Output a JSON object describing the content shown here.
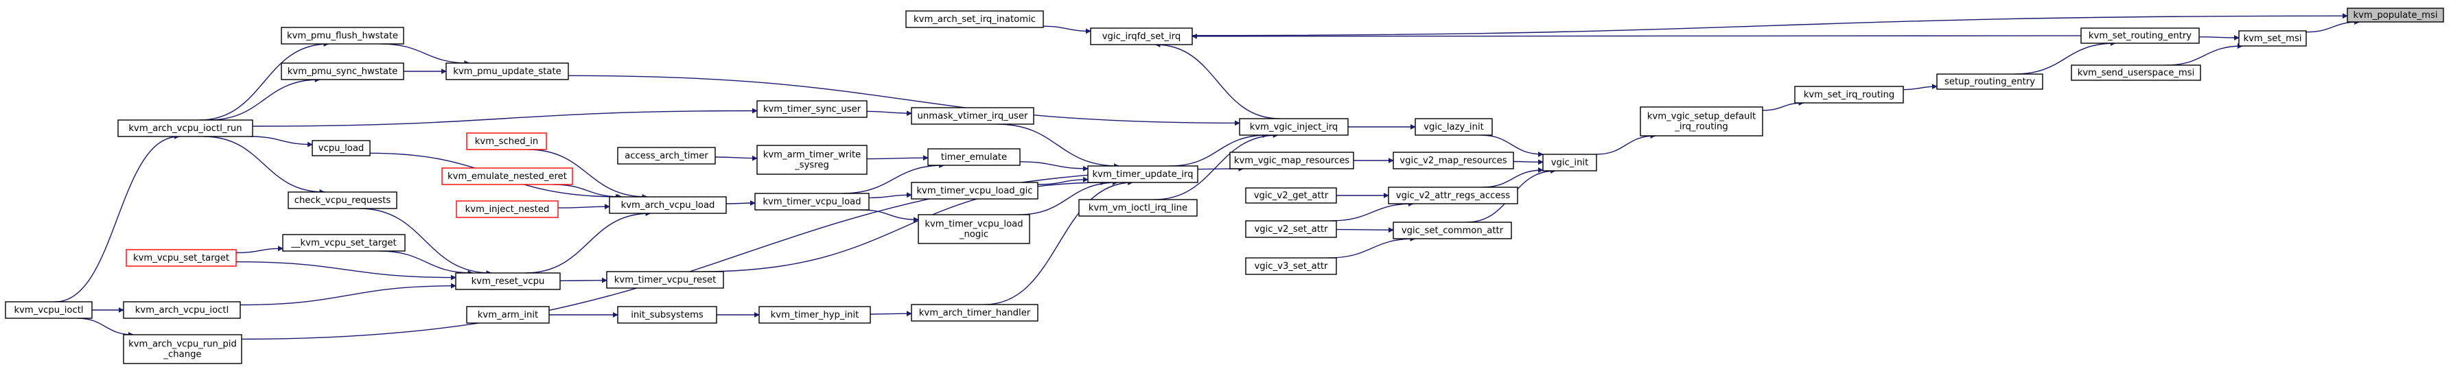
{
  "graph": {
    "title": "kvm_populate_msi",
    "colors": {
      "edge": "#191970",
      "node_border": "#000000",
      "truncated_border": "#ff0000",
      "root_fill": "#bfbfbf",
      "node_fill": "#ffffff"
    },
    "nodes": [
      {
        "id": "kvm_populate_msi",
        "lines": [
          "kvm_populate_msi"
        ],
        "style": "root"
      },
      {
        "id": "kvm_set_msi",
        "lines": [
          "kvm_set_msi"
        ],
        "style": "normal"
      },
      {
        "id": "kvm_set_routing_entry",
        "lines": [
          "kvm_set_routing_entry"
        ],
        "style": "normal"
      },
      {
        "id": "kvm_send_userspace_msi",
        "lines": [
          "kvm_send_userspace_msi"
        ],
        "style": "normal"
      },
      {
        "id": "setup_routing_entry",
        "lines": [
          "setup_routing_entry"
        ],
        "style": "normal"
      },
      {
        "id": "kvm_set_irq_routing",
        "lines": [
          "kvm_set_irq_routing"
        ],
        "style": "normal"
      },
      {
        "id": "kvm_vgic_setup_default_irq_routing",
        "lines": [
          "kvm_vgic_setup_default",
          "_irq_routing"
        ],
        "style": "normal"
      },
      {
        "id": "vgic_init",
        "lines": [
          "vgic_init"
        ],
        "style": "normal"
      },
      {
        "id": "vgic_lazy_init",
        "lines": [
          "vgic_lazy_init"
        ],
        "style": "normal"
      },
      {
        "id": "vgic_v2_map_resources",
        "lines": [
          "vgic_v2_map_resources"
        ],
        "style": "normal"
      },
      {
        "id": "vgic_v2_attr_regs_access",
        "lines": [
          "vgic_v2_attr_regs_access"
        ],
        "style": "normal"
      },
      {
        "id": "vgic_set_common_attr",
        "lines": [
          "vgic_set_common_attr"
        ],
        "style": "normal"
      },
      {
        "id": "vgic_v2_get_attr",
        "lines": [
          "vgic_v2_get_attr"
        ],
        "style": "normal"
      },
      {
        "id": "vgic_v2_set_attr",
        "lines": [
          "vgic_v2_set_attr"
        ],
        "style": "normal"
      },
      {
        "id": "vgic_v3_set_attr",
        "lines": [
          "vgic_v3_set_attr"
        ],
        "style": "normal"
      },
      {
        "id": "kvm_vgic_inject_irq",
        "lines": [
          "kvm_vgic_inject_irq"
        ],
        "style": "normal"
      },
      {
        "id": "kvm_vgic_map_resources",
        "lines": [
          "kvm_vgic_map_resources"
        ],
        "style": "normal"
      },
      {
        "id": "vgic_irqfd_set_irq",
        "lines": [
          "vgic_irqfd_set_irq"
        ],
        "style": "normal"
      },
      {
        "id": "kvm_arch_set_irq_inatomic",
        "lines": [
          "kvm_arch_set_irq_inatomic"
        ],
        "style": "normal"
      },
      {
        "id": "kvm_timer_update_irq",
        "lines": [
          "kvm_timer_update_irq"
        ],
        "style": "normal"
      },
      {
        "id": "kvm_vm_ioctl_irq_line",
        "lines": [
          "kvm_vm_ioctl_irq_line"
        ],
        "style": "normal"
      },
      {
        "id": "kvm_pmu_update_state",
        "lines": [
          "kvm_pmu_update_state"
        ],
        "style": "normal"
      },
      {
        "id": "kvm_pmu_flush_hwstate",
        "lines": [
          "kvm_pmu_flush_hwstate"
        ],
        "style": "normal"
      },
      {
        "id": "kvm_pmu_sync_hwstate",
        "lines": [
          "kvm_pmu_sync_hwstate"
        ],
        "style": "normal"
      },
      {
        "id": "kvm_arch_vcpu_ioctl_run",
        "lines": [
          "kvm_arch_vcpu_ioctl_run"
        ],
        "style": "normal"
      },
      {
        "id": "kvm_timer_sync_user",
        "lines": [
          "kvm_timer_sync_user"
        ],
        "style": "normal"
      },
      {
        "id": "unmask_vtimer_irq_user",
        "lines": [
          "unmask_vtimer_irq_user"
        ],
        "style": "normal"
      },
      {
        "id": "timer_emulate",
        "lines": [
          "timer_emulate"
        ],
        "style": "normal"
      },
      {
        "id": "kvm_timer_vcpu_load_gic",
        "lines": [
          "kvm_timer_vcpu_load_gic"
        ],
        "style": "normal"
      },
      {
        "id": "kvm_timer_vcpu_load_nogic",
        "lines": [
          "kvm_timer_vcpu_load",
          "_nogic"
        ],
        "style": "normal"
      },
      {
        "id": "kvm_timer_vcpu_load",
        "lines": [
          "kvm_timer_vcpu_load"
        ],
        "style": "normal"
      },
      {
        "id": "kvm_arm_timer_write_sysreg",
        "lines": [
          "kvm_arm_timer_write",
          "_sysreg"
        ],
        "style": "normal"
      },
      {
        "id": "access_arch_timer",
        "lines": [
          "access_arch_timer"
        ],
        "style": "normal"
      },
      {
        "id": "kvm_arch_vcpu_load",
        "lines": [
          "kvm_arch_vcpu_load"
        ],
        "style": "normal"
      },
      {
        "id": "kvm_sched_in",
        "lines": [
          "kvm_sched_in"
        ],
        "style": "truncated"
      },
      {
        "id": "kvm_emulate_nested_eret",
        "lines": [
          "kvm_emulate_nested_eret"
        ],
        "style": "truncated"
      },
      {
        "id": "kvm_inject_nested",
        "lines": [
          "kvm_inject_nested"
        ],
        "style": "truncated"
      },
      {
        "id": "vcpu_load",
        "lines": [
          "vcpu_load"
        ],
        "style": "normal"
      },
      {
        "id": "check_vcpu_requests",
        "lines": [
          "check_vcpu_requests"
        ],
        "style": "normal"
      },
      {
        "id": "kvm_reset_vcpu",
        "lines": [
          "kvm_reset_vcpu"
        ],
        "style": "normal"
      },
      {
        "id": "__kvm_vcpu_set_target",
        "lines": [
          "__kvm_vcpu_set_target"
        ],
        "style": "normal"
      },
      {
        "id": "kvm_vcpu_set_target",
        "lines": [
          "kvm_vcpu_set_target"
        ],
        "style": "truncated"
      },
      {
        "id": "kvm_arch_vcpu_ioctl",
        "lines": [
          "kvm_arch_vcpu_ioctl"
        ],
        "style": "normal"
      },
      {
        "id": "kvm_vcpu_ioctl",
        "lines": [
          "kvm_vcpu_ioctl"
        ],
        "style": "normal"
      },
      {
        "id": "kvm_arch_vcpu_run_pid_change",
        "lines": [
          "kvm_arch_vcpu_run_pid",
          "_change"
        ],
        "style": "normal"
      },
      {
        "id": "kvm_timer_vcpu_reset",
        "lines": [
          "kvm_timer_vcpu_reset"
        ],
        "style": "normal"
      },
      {
        "id": "kvm_arch_timer_handler",
        "lines": [
          "kvm_arch_timer_handler"
        ],
        "style": "normal"
      },
      {
        "id": "kvm_timer_hyp_init",
        "lines": [
          "kvm_timer_hyp_init"
        ],
        "style": "normal"
      },
      {
        "id": "init_subsystems",
        "lines": [
          "init_subsystems"
        ],
        "style": "normal"
      },
      {
        "id": "kvm_arm_init",
        "lines": [
          "kvm_arm_init"
        ],
        "style": "normal"
      }
    ],
    "edges": [
      {
        "from": "kvm_set_msi",
        "to": "kvm_populate_msi"
      },
      {
        "from": "vgic_irqfd_set_irq",
        "to": "kvm_populate_msi"
      },
      {
        "from": "kvm_set_routing_entry",
        "to": "kvm_set_msi"
      },
      {
        "from": "kvm_send_userspace_msi",
        "to": "kvm_set_msi"
      },
      {
        "from": "setup_routing_entry",
        "to": "kvm_set_routing_entry"
      },
      {
        "from": "kvm_set_irq_routing",
        "to": "setup_routing_entry"
      },
      {
        "from": "kvm_vgic_setup_default_irq_routing",
        "to": "kvm_set_irq_routing"
      },
      {
        "from": "vgic_init",
        "to": "kvm_vgic_setup_default_irq_routing"
      },
      {
        "from": "vgic_lazy_init",
        "to": "vgic_init"
      },
      {
        "from": "vgic_v2_map_resources",
        "to": "vgic_init"
      },
      {
        "from": "vgic_v2_attr_regs_access",
        "to": "vgic_init"
      },
      {
        "from": "vgic_set_common_attr",
        "to": "vgic_init"
      },
      {
        "from": "kvm_vgic_inject_irq",
        "to": "vgic_lazy_init"
      },
      {
        "from": "kvm_vgic_map_resources",
        "to": "vgic_v2_map_resources"
      },
      {
        "from": "vgic_v2_get_attr",
        "to": "vgic_v2_attr_regs_access"
      },
      {
        "from": "vgic_v2_set_attr",
        "to": "vgic_v2_attr_regs_access"
      },
      {
        "from": "vgic_v2_set_attr",
        "to": "vgic_set_common_attr"
      },
      {
        "from": "vgic_v3_set_attr",
        "to": "vgic_set_common_attr"
      },
      {
        "from": "kvm_arch_vcpu_run_pid_change",
        "to": "kvm_vgic_map_resources"
      },
      {
        "from": "kvm_set_routing_entry",
        "to": "vgic_irqfd_set_irq"
      },
      {
        "from": "kvm_vgic_inject_irq",
        "to": "vgic_irqfd_set_irq"
      },
      {
        "from": "kvm_arch_set_irq_inatomic",
        "to": "vgic_irqfd_set_irq"
      },
      {
        "from": "kvm_pmu_update_state",
        "to": "kvm_vgic_inject_irq"
      },
      {
        "from": "kvm_timer_update_irq",
        "to": "kvm_vgic_inject_irq"
      },
      {
        "from": "kvm_vm_ioctl_irq_line",
        "to": "kvm_vgic_inject_irq"
      },
      {
        "from": "kvm_pmu_flush_hwstate",
        "to": "kvm_pmu_update_state"
      },
      {
        "from": "kvm_pmu_sync_hwstate",
        "to": "kvm_pmu_update_state"
      },
      {
        "from": "kvm_arch_vcpu_ioctl_run",
        "to": "kvm_pmu_flush_hwstate"
      },
      {
        "from": "kvm_arch_vcpu_ioctl_run",
        "to": "kvm_pmu_sync_hwstate"
      },
      {
        "from": "kvm_arch_vcpu_ioctl_run",
        "to": "kvm_timer_sync_user"
      },
      {
        "from": "kvm_arch_vcpu_ioctl_run",
        "to": "vcpu_load"
      },
      {
        "from": "kvm_arch_vcpu_ioctl_run",
        "to": "check_vcpu_requests"
      },
      {
        "from": "kvm_vcpu_ioctl",
        "to": "kvm_arch_vcpu_ioctl_run"
      },
      {
        "from": "kvm_timer_sync_user",
        "to": "unmask_vtimer_irq_user"
      },
      {
        "from": "unmask_vtimer_irq_user",
        "to": "kvm_timer_update_irq"
      },
      {
        "from": "timer_emulate",
        "to": "kvm_timer_update_irq"
      },
      {
        "from": "kvm_timer_vcpu_load_gic",
        "to": "kvm_timer_update_irq"
      },
      {
        "from": "kvm_timer_vcpu_load_nogic",
        "to": "kvm_timer_update_irq"
      },
      {
        "from": "kvm_timer_vcpu_reset",
        "to": "kvm_timer_update_irq"
      },
      {
        "from": "kvm_arch_timer_handler",
        "to": "kvm_timer_update_irq"
      },
      {
        "from": "kvm_arm_timer_write_sysreg",
        "to": "timer_emulate"
      },
      {
        "from": "kvm_timer_vcpu_load",
        "to": "timer_emulate"
      },
      {
        "from": "kvm_timer_vcpu_load",
        "to": "kvm_timer_vcpu_load_gic"
      },
      {
        "from": "kvm_timer_vcpu_load",
        "to": "kvm_timer_vcpu_load_nogic"
      },
      {
        "from": "access_arch_timer",
        "to": "kvm_arm_timer_write_sysreg"
      },
      {
        "from": "kvm_arch_vcpu_load",
        "to": "kvm_timer_vcpu_load"
      },
      {
        "from": "kvm_sched_in",
        "to": "kvm_arch_vcpu_load"
      },
      {
        "from": "kvm_emulate_nested_eret",
        "to": "kvm_arch_vcpu_load"
      },
      {
        "from": "kvm_inject_nested",
        "to": "kvm_arch_vcpu_load"
      },
      {
        "from": "vcpu_load",
        "to": "kvm_arch_vcpu_load"
      },
      {
        "from": "kvm_reset_vcpu",
        "to": "kvm_arch_vcpu_load"
      },
      {
        "from": "check_vcpu_requests",
        "to": "kvm_reset_vcpu"
      },
      {
        "from": "__kvm_vcpu_set_target",
        "to": "kvm_reset_vcpu"
      },
      {
        "from": "kvm_vcpu_set_target",
        "to": "kvm_reset_vcpu"
      },
      {
        "from": "kvm_arch_vcpu_ioctl",
        "to": "kvm_reset_vcpu"
      },
      {
        "from": "kvm_vcpu_set_target",
        "to": "__kvm_vcpu_set_target"
      },
      {
        "from": "kvm_vcpu_ioctl",
        "to": "kvm_arch_vcpu_ioctl"
      },
      {
        "from": "kvm_vcpu_ioctl",
        "to": "kvm_arch_vcpu_run_pid_change"
      },
      {
        "from": "kvm_reset_vcpu",
        "to": "kvm_timer_vcpu_reset"
      },
      {
        "from": "kvm_timer_hyp_init",
        "to": "kvm_arch_timer_handler"
      },
      {
        "from": "init_subsystems",
        "to": "kvm_timer_hyp_init"
      },
      {
        "from": "kvm_arm_init",
        "to": "init_subsystems"
      }
    ]
  }
}
